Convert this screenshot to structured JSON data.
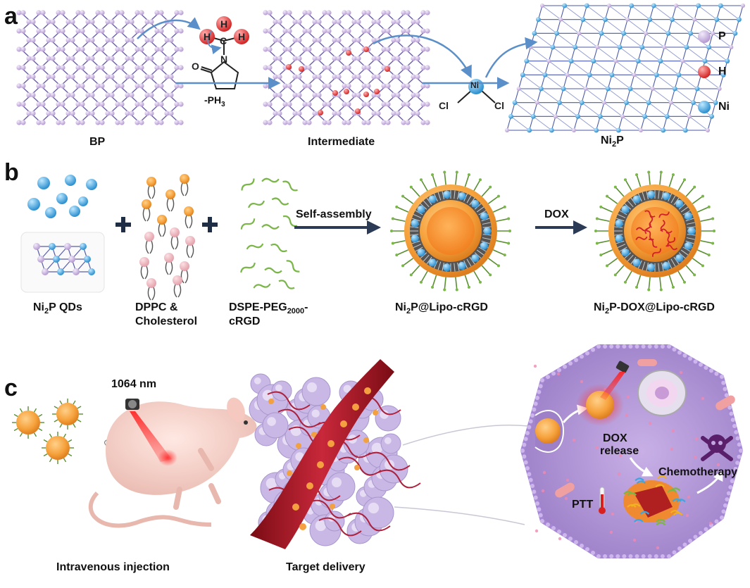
{
  "panels": {
    "a": "a",
    "b": "b",
    "c": "c"
  },
  "row_a": {
    "bp": "BP",
    "intermediate": "Intermediate",
    "ni2p": "Ni",
    "ni2p_sub": "2",
    "ni2p_end": "P",
    "minus_ph3": "-PH",
    "minus_ph3_sub": "3",
    "mol_h": "H",
    "mol_c": "C",
    "mol_n": "N",
    "mol_o": "O",
    "cl": "Cl",
    "ni": "Ni"
  },
  "legend": [
    {
      "label": "P",
      "color": "#c8b4dc"
    },
    {
      "label": "H",
      "color": "#e03a3a"
    },
    {
      "label": "Ni",
      "color": "#3aa7e0"
    }
  ],
  "row_b": {
    "qd_label": "Ni",
    "qd_sub": "2",
    "qd_end": "P QDs",
    "dppc_1": "DPPC &",
    "dppc_2": "Cholesterol",
    "dspe_1": "DSPE-PEG",
    "dspe_sub": "2000",
    "dspe_dash": "-",
    "dspe_2": "cRGD",
    "self_assembly": "Self-assembly",
    "dox": "DOX",
    "lipo_1": "Ni",
    "lipo_sub": "2",
    "lipo_end": "P@Lipo-cRGD",
    "lipo_dox_1": "Ni",
    "lipo_dox_sub": "2",
    "lipo_dox_end": "P-DOX@Lipo-cRGD"
  },
  "row_c": {
    "wavelength": "1064 nm",
    "injection": "Intravenous injection",
    "target": "Target delivery",
    "dox_release_1": "DOX",
    "dox_release_2": "release",
    "ptt": "PTT",
    "chemo": "Chemotherapy"
  },
  "colors": {
    "phosphorus": "#c8b4dc",
    "hydrogen": "#e03a3a",
    "nickel": "#3aa7e0",
    "arrow": "#5b8fc9",
    "dark_arrow": "#2b3a55",
    "lipid_head": "#f4a13a",
    "peg": "#7ab648",
    "cell": "#b79ad8"
  }
}
